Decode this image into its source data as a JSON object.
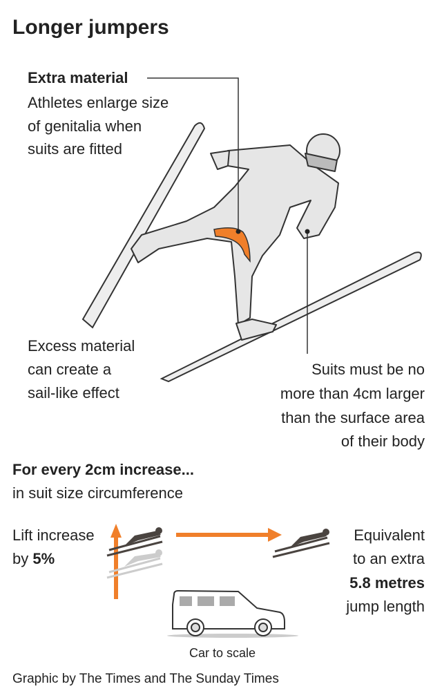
{
  "title": "Longer jumpers",
  "annotations": {
    "extra_material": {
      "heading": "Extra material",
      "lines": [
        "Athletes enlarge size",
        "of genitalia when",
        "suits are fitted"
      ]
    },
    "excess_material": {
      "lines": [
        "Excess material",
        "can create a",
        "sail-like effect"
      ]
    },
    "suit_rule": {
      "lines": [
        "Suits must be no",
        "more than 4cm larger",
        "than the surface area",
        "of their body"
      ]
    }
  },
  "increase": {
    "heading": "For every 2cm increase...",
    "subheading": "in suit size circumference"
  },
  "lift": {
    "label": "Lift increase",
    "prefix": "by ",
    "value": "5%"
  },
  "equivalent": {
    "line1": "Equivalent",
    "line2": "to an extra",
    "value": "5.8 metres",
    "line4": "jump length"
  },
  "car_caption": "Car to scale",
  "footer": "Graphic by The Times and The Sunday Times",
  "colors": {
    "accent": "#f07f2a",
    "suit": "#e6e6e6",
    "outline": "#333333",
    "silhouette": "#4a4440"
  }
}
